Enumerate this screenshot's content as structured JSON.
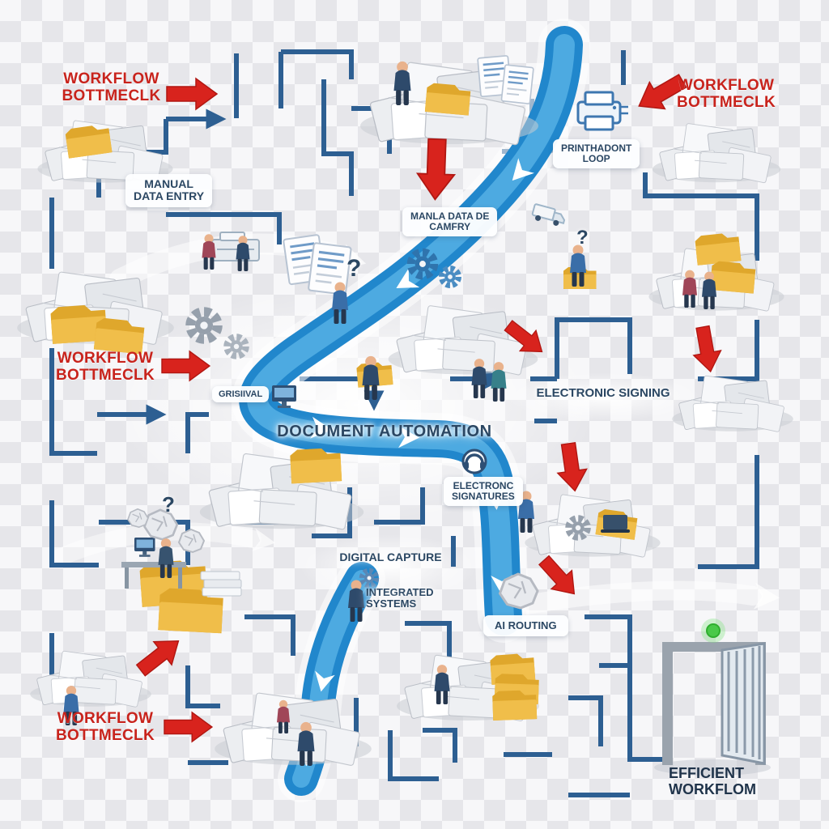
{
  "scene": {
    "title": "document-automation-workflow-maze",
    "description": "isometric maze of paperwork bottlenecks with a blue automation flow leading to an efficient workflow exit door"
  },
  "colors": {
    "maze_wall": "#2d5f92",
    "river": "#2187cc",
    "river_highlight": "#52aee3",
    "arrow_red": "#d8231d",
    "label_red": "#c8231c",
    "label_navy": "#2b4763",
    "folder_yellow": "#f0be4a",
    "door_gray": "#9aa3ad",
    "green_light": "#49c949",
    "checker_light": "#f7f7f9",
    "checker_dark": "#e6e6ea"
  },
  "labels": {
    "bottleneck_top_left": {
      "l1": "WORKFLOW",
      "l2": "BOTTMECLK"
    },
    "bottleneck_top_right": {
      "l1": "WORKFLOW",
      "l2": "BOTTMECLK"
    },
    "bottleneck_mid_left": {
      "l1": "WORKFLOW",
      "l2": "BOTTMECLK"
    },
    "bottleneck_bottom_left": {
      "l1": "WORKFLOW",
      "l2": "BOTTMECLK"
    },
    "manual_data_entry": {
      "l1": "MANUAL",
      "l2": "DATA ENTRY"
    },
    "printhadont_loop": {
      "l1": "PRINTHADONT",
      "l2": "LOOP"
    },
    "manla_data_camfry": {
      "l1": "MANLA DATA DE",
      "l2": "CAMFRY"
    },
    "grisival": {
      "l1": "GRISIIVAL"
    },
    "electronic_signing": {
      "l1": "ELECTRONIC SIGNING"
    },
    "document_automation": {
      "l1": "DOCUMENT AUTOMATION"
    },
    "electronic_signatures": {
      "l1": "ELECTRONC",
      "l2": "SIGNATURES"
    },
    "digital_capture": {
      "l1": "DIGITAL CAPTURE"
    },
    "integrated_systems": {
      "l1": "INTEGRATED",
      "l2": "SYSTEMS"
    },
    "ai_routing": {
      "l1": "AI ROUTING"
    },
    "efficient_workflow": {
      "l1": "EFFICIENT",
      "l2": "WORKFLOM"
    }
  },
  "glyphs": {
    "question_mark": "?"
  },
  "icons": {
    "red_arrow_icon": "red block arrow indicating bottleneck",
    "paper_pile_icon": "pile of scattered paper documents",
    "folder_icon": "yellow file folder",
    "person_icon": "office worker figure",
    "gear_icon": "gear wheel",
    "printer_icon": "blue outlined printer device",
    "monitor_icon": "computer monitor",
    "truck_icon": "small delivery truck on flow",
    "headset_icon": "support headset badge",
    "crumpled_paper_icon": "crumpled paper ball",
    "document_page_icon": "lined document page",
    "door_exit_icon": "open exit door frame",
    "green_light_icon": "green indicator light above door",
    "flow_path_icon": "wide blue automation flow path",
    "maze_walls_icon": "dark blue orthogonal maze walls",
    "question_mark_icon": "confusion question mark"
  }
}
